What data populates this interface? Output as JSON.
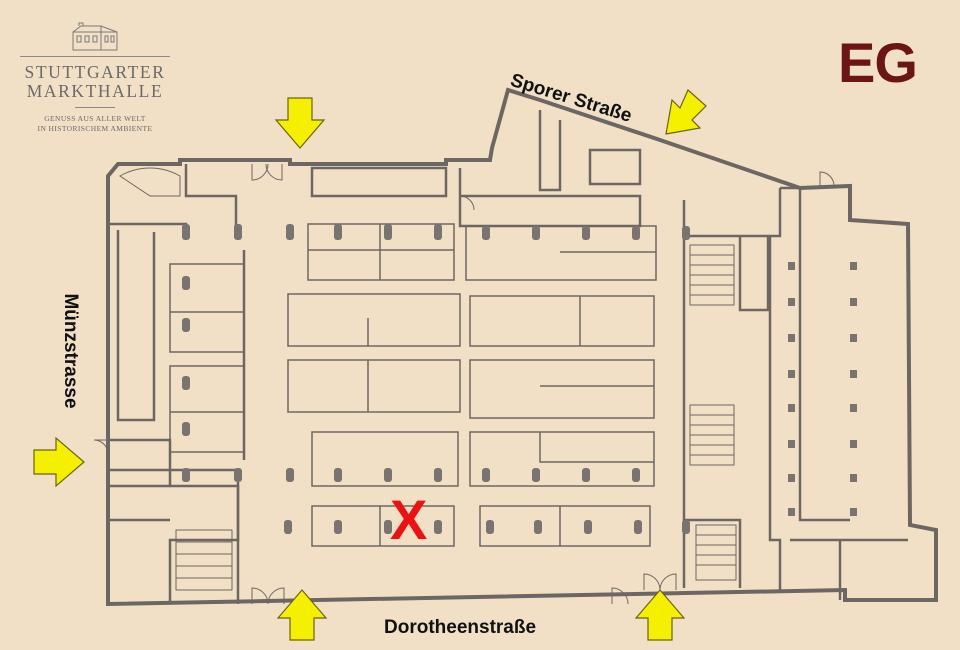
{
  "logo": {
    "line1": "STUTTGARTER",
    "line2": "MARKTHALLE",
    "tagline1": "GENUSS AUS ALLER WELT",
    "tagline2": "IN HISTORISCHEM AMBIENTE"
  },
  "floor_label": "EG",
  "streets": {
    "north": "Sporer Straße",
    "west": "Münzstrasse",
    "south": "Dorotheenstraße"
  },
  "colors": {
    "background": "#f2e0c6",
    "wall": "#6c6763",
    "arrow": "#f4f000",
    "marker": "#ee1111",
    "floor_label": "#6b1516"
  },
  "entrances": [
    {
      "name": "entrance-north-west",
      "direction": "down"
    },
    {
      "name": "entrance-north-east",
      "direction": "down-left"
    },
    {
      "name": "entrance-west",
      "direction": "right"
    },
    {
      "name": "entrance-south-west",
      "direction": "up"
    },
    {
      "name": "entrance-south-east",
      "direction": "up"
    }
  ],
  "marker": {
    "name": "you-are-here",
    "symbol": "X"
  }
}
